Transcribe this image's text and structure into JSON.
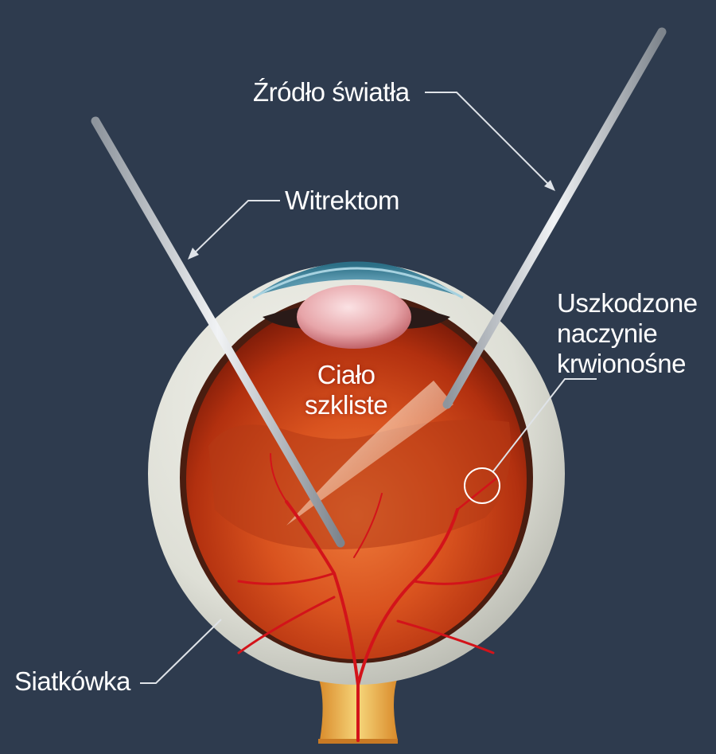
{
  "labels": {
    "light_source": "Źródło światła",
    "vitrectome": "Witrektom",
    "damaged_vessel": [
      "Uszkodzone",
      "naczynie",
      "krwionośne"
    ],
    "vitreous_body": [
      "Ciało",
      "szkliste"
    ],
    "retina": "Siatkówka"
  },
  "colors": {
    "background": "#2e3b4e",
    "sclera": "#dcdcd2",
    "interior": "#c8411a",
    "vessels": "#d3131a",
    "instruments": "#c9ced4",
    "label_text": "#ffffff",
    "leader_lines": "#dfe3e8"
  }
}
